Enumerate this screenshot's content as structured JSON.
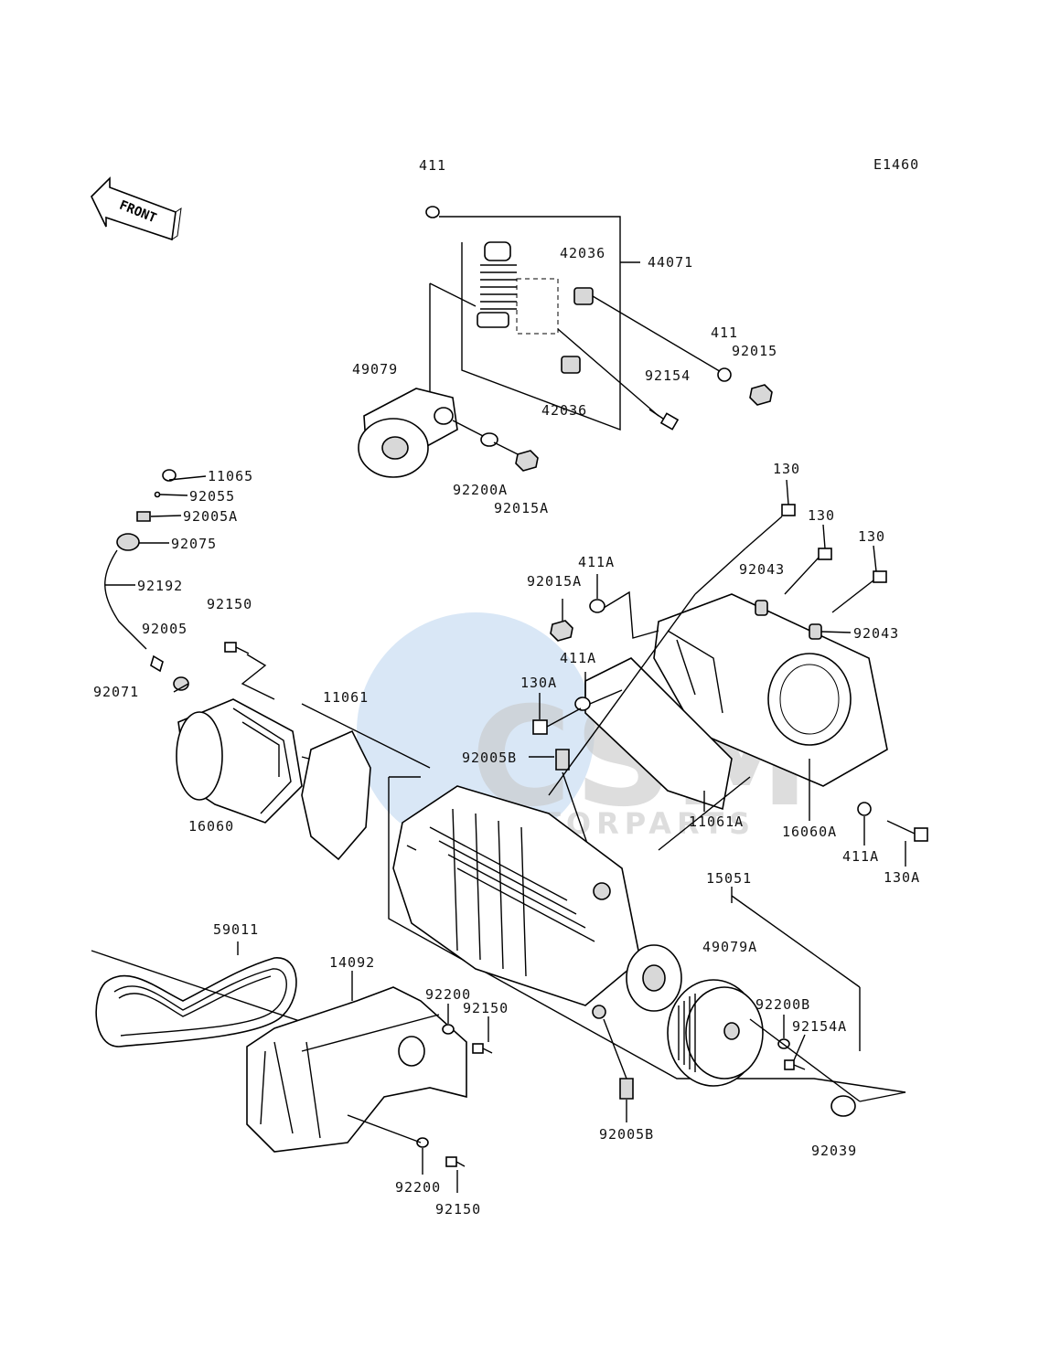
{
  "diagram_code": "E1460",
  "front_arrow_text": "FRONT",
  "watermark": {
    "logo_text": "CSM",
    "sub_text": "MOTORPARTS"
  },
  "labels": {
    "p411_top": "411",
    "p44071": "44071",
    "p42036_top": "42036",
    "p411_right": "411",
    "p92015": "92015",
    "p49079": "49079",
    "p92154": "92154",
    "p42036_bottom": "42036",
    "p92200A": "92200A",
    "p92015A_top": "92015A",
    "p11065": "11065",
    "p92055": "92055",
    "p92005A": "92005A",
    "p92075": "92075",
    "p92192": "92192",
    "p92150_left": "92150",
    "p92005": "92005",
    "p92071": "92071",
    "p130_a": "130",
    "p130_b": "130",
    "p130_c": "130",
    "p411A_top": "411A",
    "p92015A_mid": "92015A",
    "p92043_a": "92043",
    "p92043_b": "92043",
    "p411A_mid": "411A",
    "p130A_mid": "130A",
    "p11061": "11061",
    "p92005B_top": "92005B",
    "p16060": "16060",
    "p11061A": "11061A",
    "p16060A": "16060A",
    "p411A_bottom": "411A",
    "p130A_bottom": "130A",
    "p15051": "15051",
    "p59011": "59011",
    "p14092": "14092",
    "p92200_top": "92200",
    "p92150_mid": "92150",
    "p49079A": "49079A",
    "p92200B": "92200B",
    "p92154A": "92154A",
    "p92005B_bottom": "92005B",
    "p92039": "92039",
    "p92200_bottom": "92200",
    "p92150_bottom": "92150"
  }
}
